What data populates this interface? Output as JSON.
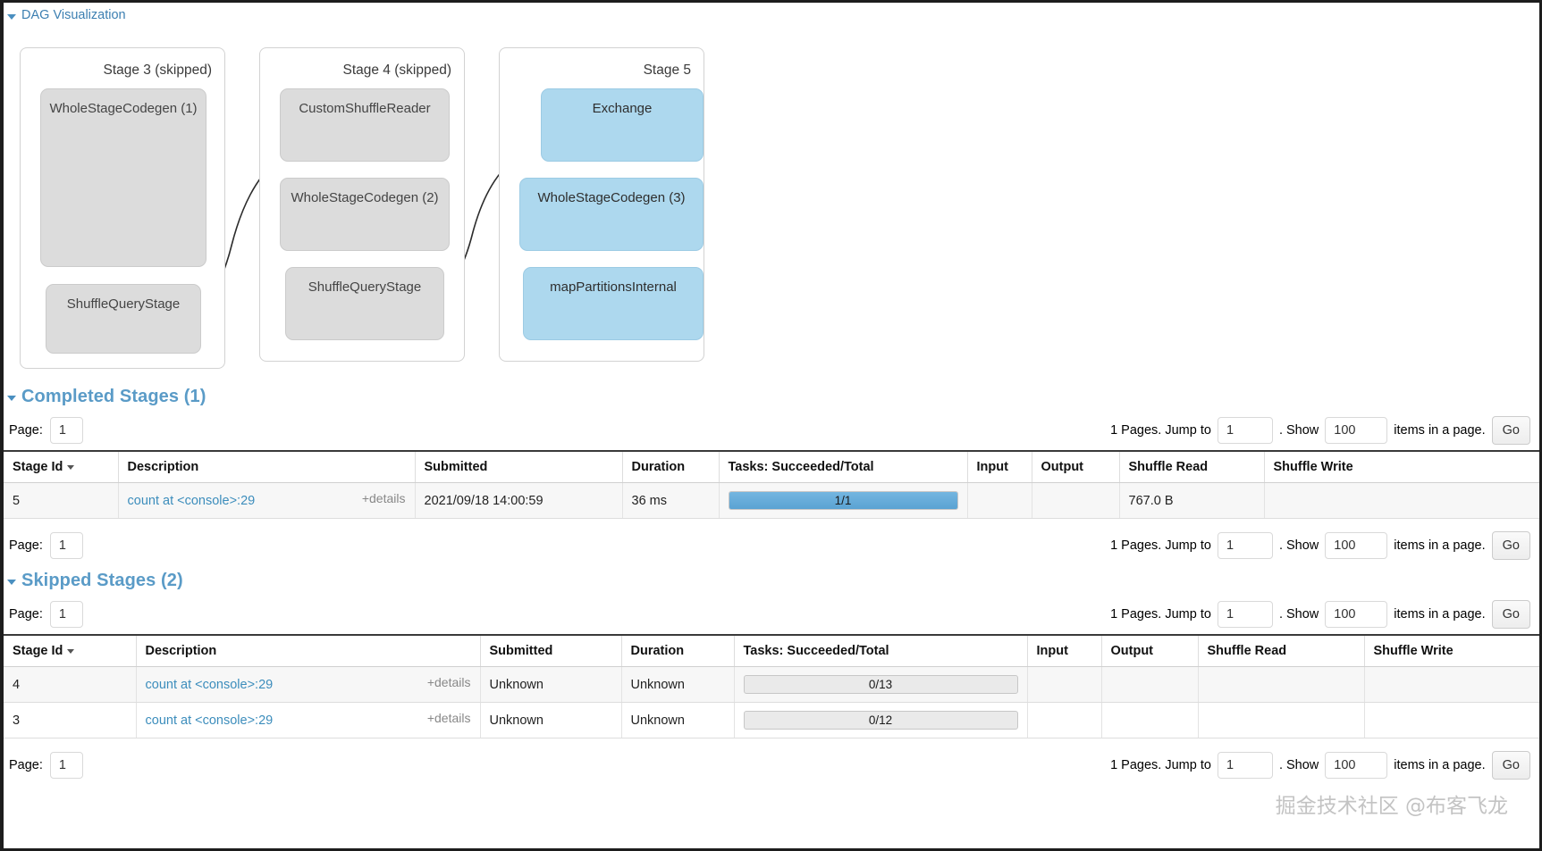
{
  "dag": {
    "title": "DAG Visualization",
    "stages": [
      {
        "label": "Stage 3 (skipped)",
        "color": "grey",
        "nodes": [
          "WholeStageCodegen (1)",
          "ShuffleQueryStage"
        ]
      },
      {
        "label": "Stage 4 (skipped)",
        "color": "grey",
        "nodes": [
          "CustomShuffleReader",
          "WholeStageCodegen (2)",
          "ShuffleQueryStage"
        ]
      },
      {
        "label": "Stage 5",
        "color": "blue",
        "nodes": [
          "Exchange",
          "WholeStageCodegen (3)",
          "mapPartitionsInternal"
        ]
      }
    ]
  },
  "colors": {
    "accent_link": "#3c8dbc",
    "heading": "#5a9bc7",
    "node_grey": "#dcdcdc",
    "node_blue": "#add8ee",
    "progress_fill": "#5aa3d3"
  },
  "pager": {
    "page_label": "Page:",
    "page_value": "1",
    "pages_text": "1 Pages. Jump to",
    "jump_value": "1",
    "show_text": ". Show",
    "show_value": "100",
    "items_text": "items in a page.",
    "go_label": "Go"
  },
  "completed": {
    "heading": "Completed Stages (1)",
    "columns": [
      "Stage Id",
      "Description",
      "Submitted",
      "Duration",
      "Tasks: Succeeded/Total",
      "Input",
      "Output",
      "Shuffle Read",
      "Shuffle Write"
    ],
    "rows": [
      {
        "stage_id": "5",
        "description": "count at <console>:29",
        "details": "+details",
        "submitted": "2021/09/18 14:00:59",
        "duration": "36 ms",
        "tasks": "1/1",
        "tasks_percent": 100,
        "input": "",
        "output": "",
        "shuffle_read": "767.0 B",
        "shuffle_write": ""
      }
    ]
  },
  "skipped": {
    "heading": "Skipped Stages (2)",
    "columns": [
      "Stage Id",
      "Description",
      "Submitted",
      "Duration",
      "Tasks: Succeeded/Total",
      "Input",
      "Output",
      "Shuffle Read",
      "Shuffle Write"
    ],
    "rows": [
      {
        "stage_id": "4",
        "description": "count at <console>:29",
        "details": "+details",
        "submitted": "Unknown",
        "duration": "Unknown",
        "tasks": "0/13",
        "tasks_percent": 0,
        "input": "",
        "output": "",
        "shuffle_read": "",
        "shuffle_write": ""
      },
      {
        "stage_id": "3",
        "description": "count at <console>:29",
        "details": "+details",
        "submitted": "Unknown",
        "duration": "Unknown",
        "tasks": "0/12",
        "tasks_percent": 0,
        "input": "",
        "output": "",
        "shuffle_read": "",
        "shuffle_write": ""
      }
    ]
  },
  "watermark": "掘金技术社区 @布客飞龙"
}
